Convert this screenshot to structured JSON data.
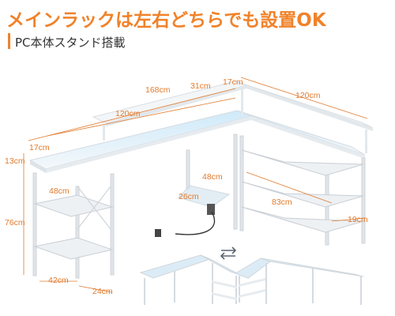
{
  "header": {
    "title": "メインラックは左右どちらでも設置OK",
    "subtitle": "PC本体スタンド搭載"
  },
  "dimensions": {
    "d168": "168cm",
    "d31": "31cm",
    "d17_top": "17cm",
    "d120_right": "120cm",
    "d120_left": "120cm",
    "d17_left": "17cm",
    "d13": "13cm",
    "d48_left": "48cm",
    "d48_mid": "48cm",
    "d26": "26cm",
    "d83": "83cm",
    "d76": "76cm",
    "d19": "19cm",
    "d42": "42cm",
    "d24": "24cm"
  },
  "icons": {
    "swap": "swap-arrows-icon"
  },
  "colors": {
    "accent": "#f0822a",
    "dimension": "#e07b2e",
    "desk_top": "#eef2f5",
    "frame": "#e4e7ea",
    "led": "#bfe3f7"
  }
}
